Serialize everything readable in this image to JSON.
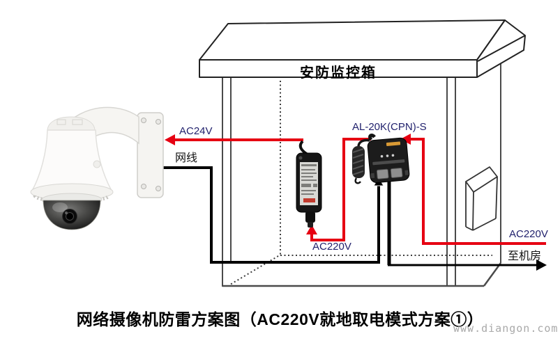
{
  "labels": {
    "box_title": "安防监控箱",
    "ac24v": "AC24V",
    "network_cable": "网线",
    "protector_model": "AL-20K(CPN)-S",
    "adapter_input": "AC220V",
    "mains": "AC220V",
    "to_machine_room": "至机房",
    "caption": "网络摄像机防雷方案图（AC220V就地取电模式方案①）",
    "watermark": "www.diangon.com"
  },
  "colors": {
    "wire_live": "#e60012",
    "wire_signal": "#000000",
    "label_text": "#1f1f6b",
    "cabinet_line": "#444444",
    "watermark_gray": "#a9a9a9"
  }
}
